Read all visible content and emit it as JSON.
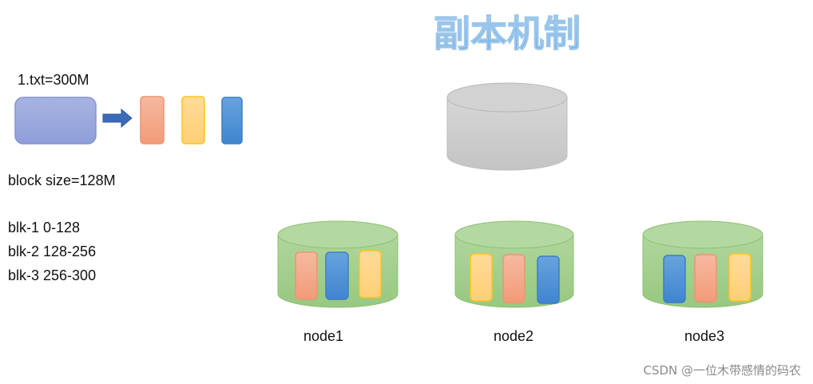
{
  "title": "副本机制",
  "file_label": "1.txt=300M",
  "block_size_label": "block size=128M",
  "blocks": [
    "blk-1 0-128",
    "blk-2 128-256",
    "blk-3 256-300"
  ],
  "nodes": [
    {
      "label": "node1",
      "blocks": [
        "blk-1",
        "blk-3",
        "blk-2"
      ]
    },
    {
      "label": "node2",
      "blocks": [
        "blk-2",
        "blk-1",
        "blk-3"
      ]
    },
    {
      "label": "node3",
      "blocks": [
        "blk-3",
        "blk-1",
        "blk-2"
      ]
    }
  ],
  "colors": {
    "blk-1": "#f4a98a",
    "blk-2": "#ffd280",
    "blk-3": "#4f93d6",
    "node": "#a3cf8e",
    "namenode": "#cfcfcf",
    "file": "#9aa8dc"
  },
  "watermark": "CSDN @一位木带感情的码农"
}
